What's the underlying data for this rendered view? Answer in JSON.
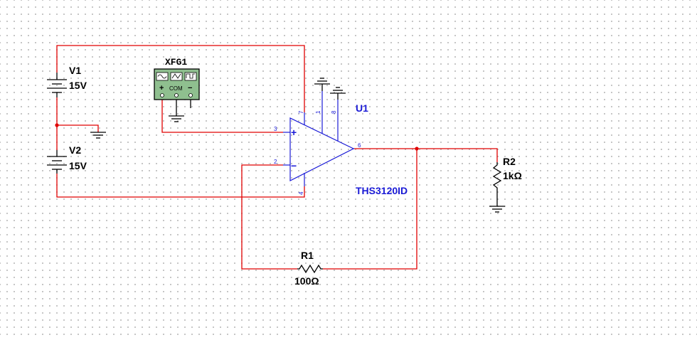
{
  "components": {
    "v1": {
      "ref": "V1",
      "value": "15V"
    },
    "v2": {
      "ref": "V2",
      "value": "15V"
    },
    "xfg1": {
      "ref": "XFG1",
      "com_label": "COM",
      "plus": "+",
      "minus": "−"
    },
    "u1": {
      "ref": "U1",
      "part": "THS3120ID",
      "pins": {
        "p1": "1",
        "p2": "2",
        "p3": "3",
        "p4": "4",
        "p6": "6",
        "p7": "7",
        "p8": "8"
      },
      "plus": "+",
      "minus": "−"
    },
    "r1": {
      "ref": "R1",
      "value": "100Ω"
    },
    "r2": {
      "ref": "R2",
      "value": "1kΩ"
    }
  },
  "colors": {
    "wire": "#e00000",
    "opamp": "#1a1ad6",
    "fg_body": "#8fbf8f",
    "junction": "#e00000"
  }
}
